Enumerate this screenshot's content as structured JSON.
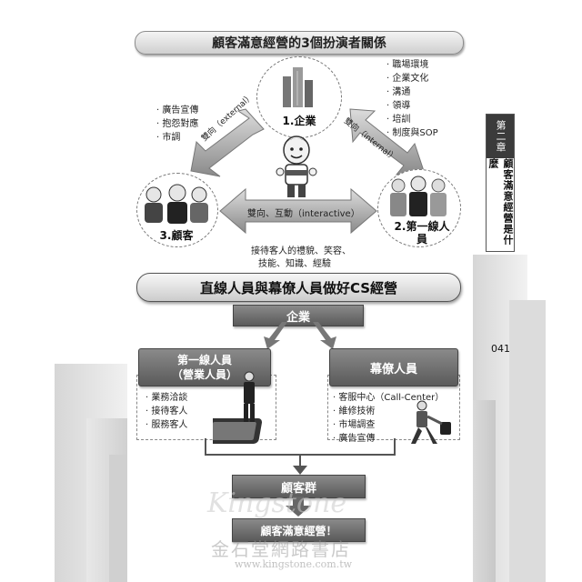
{
  "header": {
    "title": "顧客滿意經營的3個扮演者關係"
  },
  "triangle": {
    "enterprise": {
      "label": "1.企業"
    },
    "customer": {
      "label": "3.顧客"
    },
    "frontline": {
      "label": "2.第一線人員"
    },
    "left_arrow": "雙向（external）",
    "right_arrow": "雙向（internal）",
    "bottom_arrow": "雙向、互動（interactive）",
    "left_items": [
      "廣告宣傳",
      "抱怨對應",
      "市調"
    ],
    "right_items": [
      "職場環境",
      "企業文化",
      "溝通",
      "領導",
      "培訓",
      "制度與SOP"
    ],
    "bottom_items": [
      "接待客人的禮貌、笑容、",
      "技能、知識、經驗"
    ]
  },
  "section2": {
    "title": "直線人員與幕僚人員做好CS經營",
    "top_box": "企業",
    "left_box_line1": "第一線人員",
    "left_box_line2": "（營業人員）",
    "left_items": [
      "業務洽談",
      "接待客人",
      "服務客人"
    ],
    "right_box": "幕僚人員",
    "right_items": [
      "客服中心（Call-Center）",
      "維修技術",
      "市場調查",
      "廣告宣傳"
    ],
    "customer_group": "顧客群",
    "result": "顧客滿意經營！"
  },
  "side_tab": {
    "chapter": "第二章",
    "topic": "顧客滿意經營是什麼"
  },
  "page_number": "041",
  "watermark": {
    "brand": "Kingstone",
    "chinese": "金石堂網路書店",
    "url": "www.kingstone.com.tw"
  }
}
